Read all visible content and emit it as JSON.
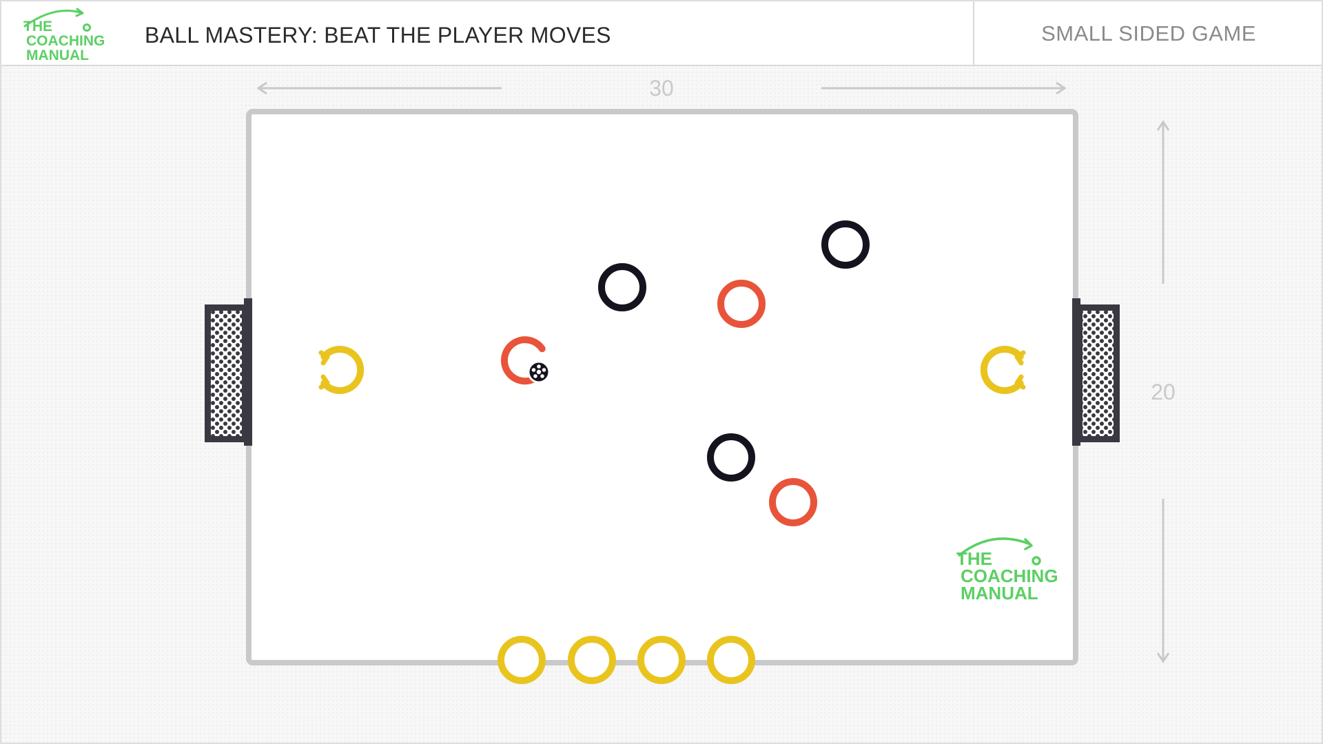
{
  "header": {
    "logo_text": [
      "THE",
      "COACHING",
      "MANUAL"
    ],
    "title": "BALL MASTERY: BEAT THE PLAYER MOVES",
    "subtitle": "SMALL SIDED GAME"
  },
  "pitch": {
    "width_label": "30",
    "height_label": "20"
  },
  "watermark": {
    "logo_text": [
      "THE",
      "COACHING",
      "MANUAL"
    ]
  },
  "colors": {
    "brand_green": "#5ccf64",
    "attacker_red": "#e8543a",
    "defender_black": "#16121e",
    "goalkeeper_yellow": "#e9c41f",
    "line_grey": "#c9c9cc",
    "goal_dark": "#3a3840"
  },
  "players": {
    "defenders": [
      "defender-1",
      "defender-2",
      "defender-3"
    ],
    "attackers": [
      "attacker-with-ball",
      "attacker-2",
      "attacker-3"
    ],
    "goalkeepers": [
      "goalkeeper-left",
      "goalkeeper-right"
    ],
    "substitutes": [
      "substitute-1",
      "substitute-2",
      "substitute-3",
      "substitute-4"
    ]
  },
  "icons": [
    "logo-icon",
    "ball-icon",
    "goal-icon",
    "arrow-icon"
  ]
}
